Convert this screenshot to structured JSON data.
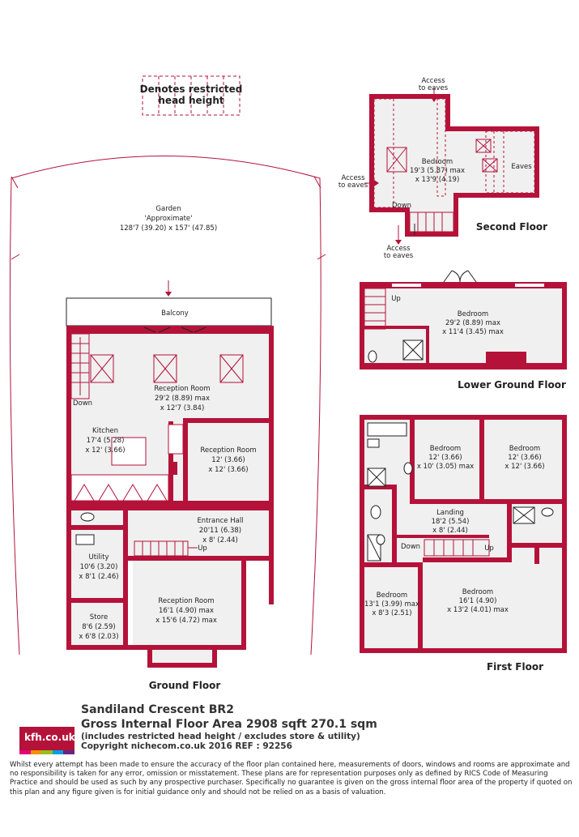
{
  "legend": {
    "line1": "Denotes restricted",
    "line2": "head height"
  },
  "garden": {
    "name": "Garden",
    "note": "'Approximate'",
    "dims": "128'7 (39.20) x 157' (47.85)"
  },
  "ground_floor": {
    "title": "Ground Floor",
    "rooms": {
      "balcony": "Balcony",
      "reception1": [
        "Reception Room",
        "29'2 (8.89) max",
        "x 12'7 (3.84)"
      ],
      "kitchen": [
        "Kitchen",
        "17'4 (5.28)",
        "x 12' (3.66)"
      ],
      "reception2": [
        "Reception Room",
        "12' (3.66)",
        "x 12' (3.66)"
      ],
      "entrance": [
        "Entrance Hall",
        "20'11 (6.38)",
        "x 8' (2.44)"
      ],
      "utility": [
        "Utility",
        "10'6 (3.20)",
        "x 8'1 (2.46)"
      ],
      "reception3": [
        "Reception Room",
        "16'1 (4.90) max",
        "x 15'6 (4.72) max"
      ],
      "store": [
        "Store",
        "8'6 (2.59)",
        "x 6'8 (2.03)"
      ]
    },
    "down": "Down",
    "up": "Up"
  },
  "second_floor": {
    "title": "Second Floor",
    "access_top": [
      "Access",
      "to eaves"
    ],
    "access_left": [
      "Access",
      "to eaves"
    ],
    "access_bottom": [
      "Access",
      "to eaves"
    ],
    "bedroom": [
      "Bedroom",
      "19'3 (5.87) max",
      "x 13'9 (4.19)"
    ],
    "eaves": "Eaves",
    "down": "Down"
  },
  "lower_ground_floor": {
    "title": "Lower Ground Floor",
    "bedroom": [
      "Bedroom",
      "29'2 (8.89) max",
      "x 11'4 (3.45) max"
    ],
    "up": "Up"
  },
  "first_floor": {
    "title": "First Floor",
    "bedroom_a": [
      "Bedroom",
      "12' (3.66)",
      "x 10' (3.05) max"
    ],
    "bedroom_b": [
      "Bedroom",
      "12' (3.66)",
      "x 12' (3.66)"
    ],
    "landing": [
      "Landing",
      "18'2 (5.54)",
      "x 8' (2.44)"
    ],
    "bedroom_c": [
      "Bedroom",
      "13'1 (3.99) max",
      "x 8'3 (2.51)"
    ],
    "bedroom_d": [
      "Bedroom",
      "16'1 (4.90)",
      "x 13'2 (4.01) max"
    ],
    "down": "Down",
    "up": "Up"
  },
  "footer": {
    "address": "Sandiland Crescent BR2",
    "gia": "Gross Internal Floor Area 2908 sqft 270.1 sqm",
    "note": "(includes restricted head height / excludes store & utility)",
    "copyright": "Copyright nichecom.co.uk 2016 REF : 92256",
    "logo": "kfh.co.uk",
    "disclaimer": "Whilst every attempt has been made to ensure the accuracy of the floor plan contained here, measurements of doors, windows and rooms are approximate and no responsibility is taken for any error, omission or misstatement. These plans are for representation purposes only as defined by RICS Code of Measuring Practice and should be used as such by any prospective purchaser. Specifically no guarantee is given on the gross internal floor area of the property if quoted on this plan and any figure given is for initial guidance only and should not be relied on as a basis of valuation."
  },
  "colors": {
    "wall": "#b5123a",
    "room": "#f0f0f0"
  }
}
